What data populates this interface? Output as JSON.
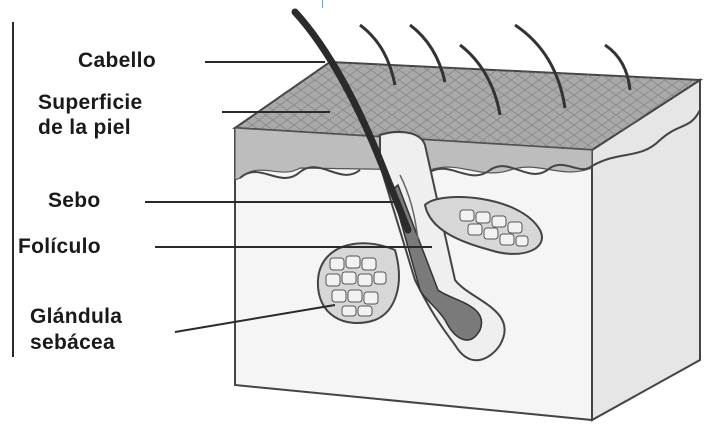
{
  "labels": {
    "hair": "Cabello",
    "skin_surface_line1": "Superficie",
    "skin_surface_line2": "de la piel",
    "sebum": "Sebo",
    "follicle": "Folículo",
    "gland_line1": "Glándula",
    "gland_line2": "sebácea"
  },
  "colors": {
    "hair": "#2b2b2b",
    "skin_surface": "#9a9a9a",
    "gland_fill": "#c9c9c9",
    "cube_face": "#f4f4f4",
    "cube_side": "#e2e2e2",
    "follicle_bulb": "#6f6f6f"
  }
}
